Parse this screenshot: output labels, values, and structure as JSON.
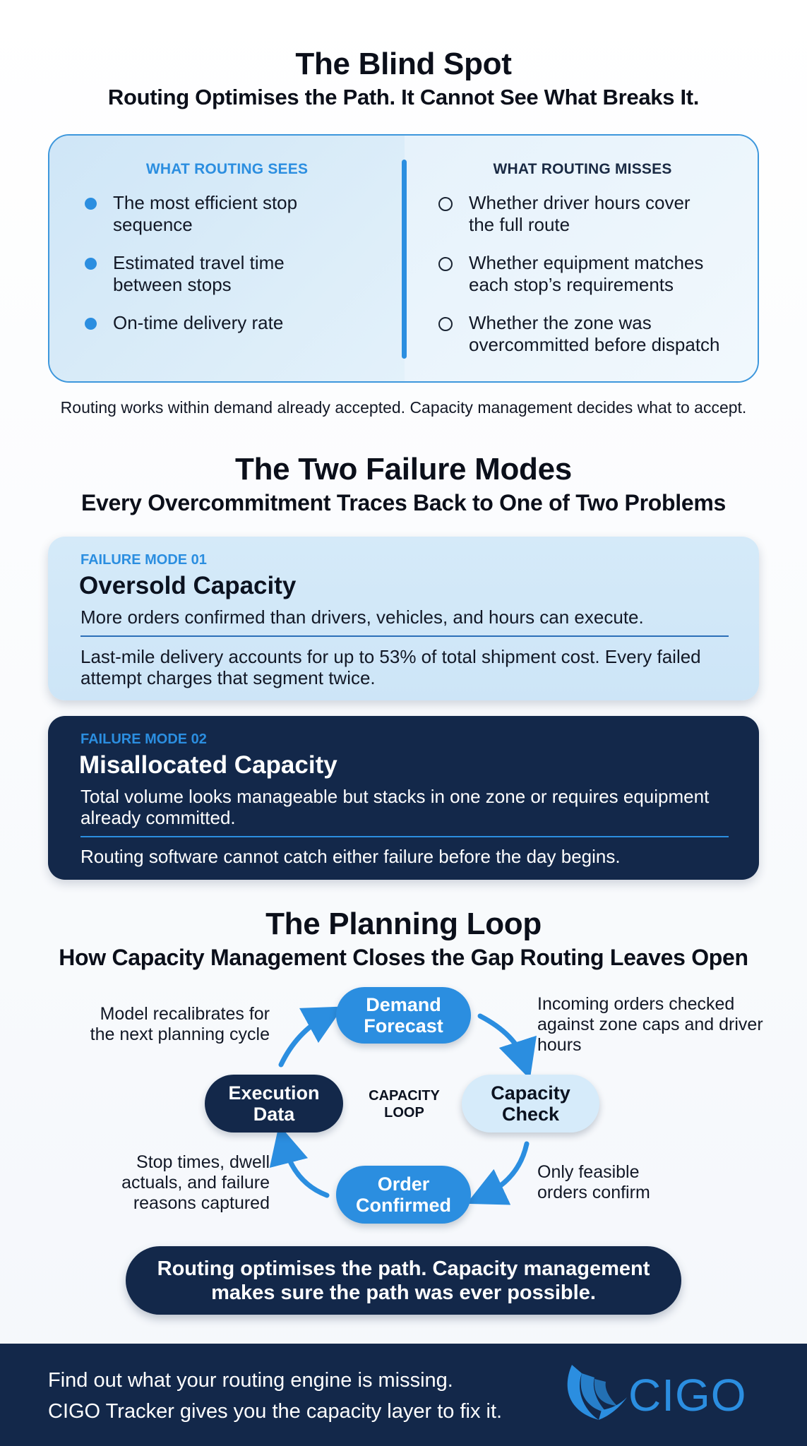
{
  "blind_spot": {
    "title": "The Blind Spot",
    "subtitle": "Routing Optimises the Path. It Cannot See What Breaks It.",
    "sees": {
      "heading": "WHAT ROUTING SEES",
      "items": [
        {
          "line1": "The most efficient stop",
          "line2": "sequence"
        },
        {
          "line1": "Estimated travel time",
          "line2": "between stops"
        },
        {
          "line1": "On-time delivery rate",
          "line2": ""
        }
      ]
    },
    "misses": {
      "heading": "WHAT ROUTING MISSES",
      "items": [
        {
          "line1": "Whether driver hours cover",
          "line2": "the full route"
        },
        {
          "line1": "Whether equipment matches",
          "line2": "each stop’s requirements"
        },
        {
          "line1": "Whether the zone was",
          "line2": "overcommitted before dispatch"
        }
      ]
    },
    "note": "Routing works within demand already accepted. Capacity management decides what to accept."
  },
  "failure_modes": {
    "title": "The Two Failure Modes",
    "subtitle": "Every Overcommitment Traces Back to One of Two Problems",
    "cards": [
      {
        "label": "FAILURE MODE 01",
        "title": "Oversold Capacity",
        "desc": "More orders confirmed than drivers, vehicles, and hours can execute.",
        "foot": "Last-mile delivery accounts for up to 53% of total shipment cost. Every failed attempt charges that segment twice."
      },
      {
        "label": "FAILURE MODE 02",
        "title": "Misallocated Capacity",
        "desc": "Total volume looks manageable but stacks in one zone or requires equipment already committed.",
        "foot": "Routing software cannot catch either failure before the day begins."
      }
    ]
  },
  "planning_loop": {
    "title": "The Planning Loop",
    "subtitle": "How Capacity Management Closes the Gap Routing Leaves Open",
    "center_label": "CAPACITY LOOP",
    "nodes": {
      "demand": "Demand Forecast",
      "capacity": "Capacity Check",
      "order": "Order Confirmed",
      "execution": "Execution Data"
    },
    "notes": {
      "top_left": "Model recalibrates for the next planning cycle",
      "top_right": "Incoming orders checked against zone caps and driver hours",
      "bottom_right": "Only feasible orders confirm",
      "bottom_left": "Stop times, dwell actuals, and failure reasons captured"
    },
    "callout": "Routing optimises the path. Capacity management makes sure the path was ever possible."
  },
  "footer": {
    "line1": "Find out what your routing engine is missing.",
    "line2": "CIGO Tracker gives you the capacity layer to fix it.",
    "brand": "CIGO"
  },
  "colors": {
    "accent": "#2b8ee0",
    "navy": "#13284a",
    "light": "#d6ebfa"
  }
}
